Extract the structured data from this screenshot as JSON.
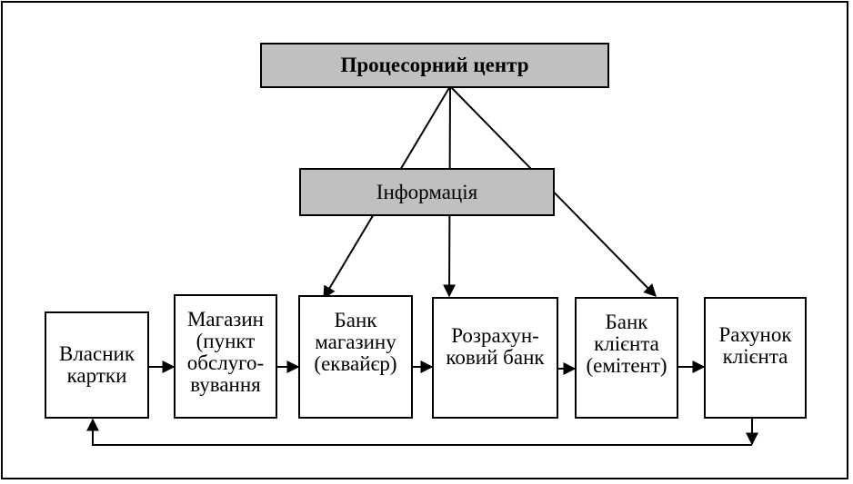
{
  "diagram": {
    "nodes": {
      "processing_center": "Процесорний центр",
      "information": "Інформація",
      "cardholder": "Власник\nкартки",
      "store": "Магазин\n(пункт\nобслуго-\nвування",
      "acquirer_bank": "Банк\nмагазину\n(еквайєр)",
      "settlement_bank": "Розрахун-\nковий банк",
      "issuer_bank": "Банк\nклієнта\n(емітент)",
      "client_account": "Рахунок\nклієнта"
    },
    "edges": [
      {
        "from": "processing_center",
        "to": "acquirer_bank",
        "type": "line-arrow"
      },
      {
        "from": "processing_center",
        "to": "settlement_bank",
        "type": "line-arrow"
      },
      {
        "from": "processing_center",
        "to": "issuer_bank",
        "type": "line-arrow"
      },
      {
        "from": "cardholder",
        "to": "store",
        "type": "arrow"
      },
      {
        "from": "store",
        "to": "acquirer_bank",
        "type": "arrow"
      },
      {
        "from": "acquirer_bank",
        "to": "settlement_bank",
        "type": "arrow"
      },
      {
        "from": "settlement_bank",
        "to": "issuer_bank",
        "type": "arrow"
      },
      {
        "from": "issuer_bank",
        "to": "client_account",
        "type": "arrow"
      },
      {
        "from": "client_account",
        "to": "cardholder",
        "type": "return-loop"
      }
    ],
    "colors": {
      "header_fill": "#c0c0c0",
      "box_fill": "#ffffff",
      "line": "#000000"
    }
  }
}
